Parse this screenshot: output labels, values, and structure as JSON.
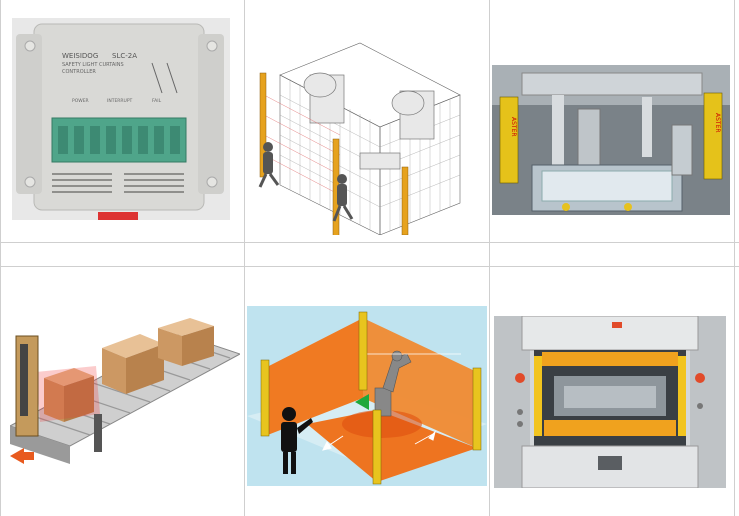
{
  "images": [
    {
      "id": "controller",
      "label_lines": [
        "WEISIDOG",
        "SLC-2A",
        "SAFETY LIGHT CURTAINS",
        "CONTROLLER"
      ],
      "footer_labels": [
        "POWER",
        "INTERRUPT",
        "FAIL"
      ]
    },
    {
      "id": "robot-cell-fence"
    },
    {
      "id": "machine-with-light-curtains",
      "brand": "ASTER"
    },
    {
      "id": "conveyor-boxes"
    },
    {
      "id": "orange-safety-zone"
    },
    {
      "id": "press-machine"
    }
  ]
}
